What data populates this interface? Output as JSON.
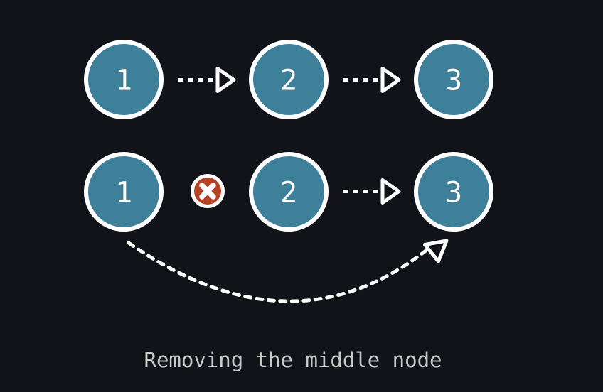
{
  "colors": {
    "background": "#111319",
    "node_fill": "#3e7f99",
    "node_border": "#ffffff",
    "arrow": "#ffffff",
    "x_badge_fill": "#b54325",
    "x_badge_border": "#ffffff",
    "caption": "#c9c9c9"
  },
  "nodes": {
    "top": [
      "1",
      "2",
      "3"
    ],
    "bottom": [
      "1",
      "2",
      "3"
    ]
  },
  "icons": {
    "x_badge": "x-circle-icon",
    "x_badge_glyph": "✕",
    "arrow_head": "open-triangle-arrowhead"
  },
  "caption": {
    "text": "Removing the middle node"
  }
}
